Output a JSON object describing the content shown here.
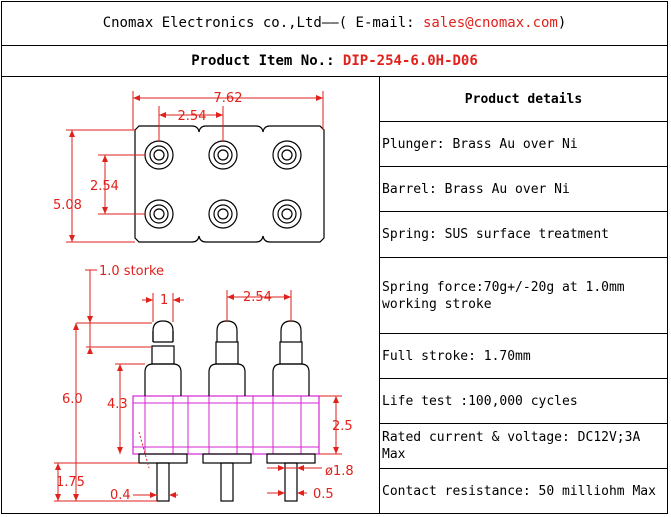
{
  "header": {
    "company": "Cnomax Electronics co.,Ltd",
    "separator": "——( E-mail: ",
    "email": "sales@cnomax.com",
    "close": ")"
  },
  "product_item": {
    "label": "Product Item No.: ",
    "value": "DIP-254-6.0H-D06"
  },
  "details": {
    "title": "Product details",
    "rows": [
      "Plunger: Brass Au over Ni",
      "Barrel: Brass Au over Ni",
      "Spring: SUS surface treatment",
      "Spring force:70g+/-20g at 1.0mm working stroke",
      "Full stroke: 1.70mm",
      "Life test :100,000 cycles",
      "Rated current & voltage: DC12V;3A Max",
      "Contact resistance: 50 milliohm Max"
    ]
  },
  "drawing": {
    "dim_762": "7.62",
    "dim_254_top": "2.54",
    "dim_254_left": "2.54",
    "dim_508": "5.08",
    "stroke_note": "1.0 storke",
    "dim_1": "1",
    "dim_254_side": "2.54",
    "dim_60": "6.0",
    "dim_43": "4.3",
    "dim_25": "2.5",
    "dim_175": "1.75",
    "dim_04": "0.4",
    "dim_18": "ø1.8",
    "dim_05": "0.5"
  },
  "colors": {
    "dimension": "#e0211c",
    "housing": "#d424d4",
    "outline": "#000000",
    "email": "#e0211c"
  }
}
